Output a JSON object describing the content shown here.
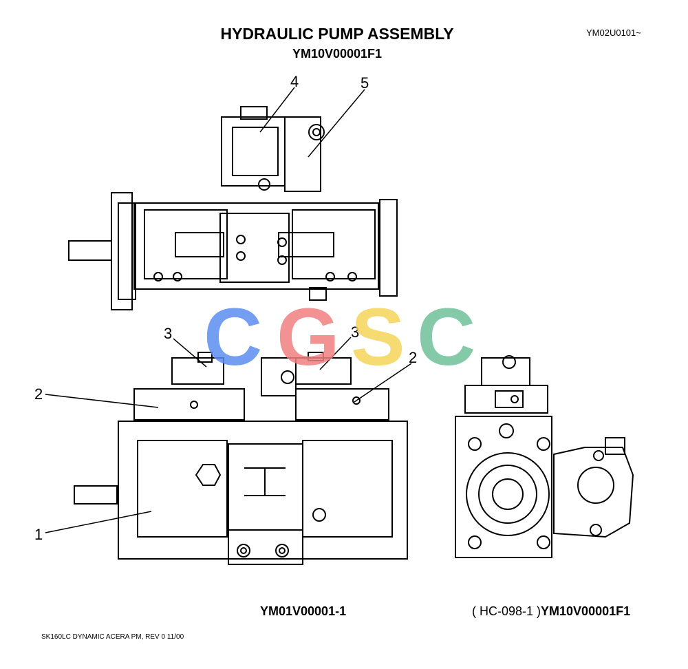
{
  "header": {
    "title": "HYDRAULIC PUMP ASSEMBLY",
    "subtitle": "YM10V00001F1",
    "ref_code": "YM02U0101~"
  },
  "callouts": [
    "4",
    "5",
    "3",
    "3",
    "2",
    "2",
    "1"
  ],
  "watermark": {
    "letters": [
      "C",
      "G",
      "S",
      "C"
    ],
    "colors": [
      "#5b8ef0",
      "#f08080",
      "#f5d55a",
      "#6fc09a"
    ]
  },
  "figures": {
    "left_code": "YM01V00001-1",
    "right_prefix": "( HC-098-1 )",
    "right_code": "YM10V00001F1"
  },
  "footer": "SK160LC DYNAMIC ACERA PM,  REV 0 11/00"
}
